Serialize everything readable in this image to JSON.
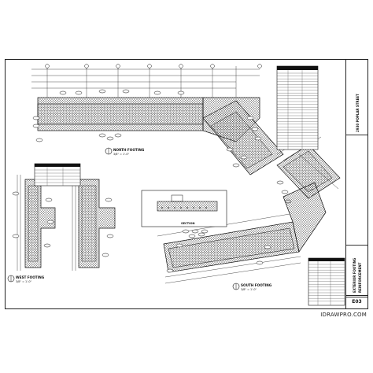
{
  "sheet": {
    "watermark": "IDRAWPRO.COM",
    "sheet_number": "E03",
    "project_lines": [
      "2930 POPLAR STREET"
    ],
    "drawing_lines": [
      "EXTERIOR FOOTING",
      "REINFORCEMENT"
    ]
  },
  "views": {
    "north": {
      "title": "NORTH FOOTING",
      "scale": "3/8\" = 1'-0\""
    },
    "west": {
      "title": "WEST FOOTING",
      "scale": "3/8\" = 1'-0\""
    },
    "south": {
      "title": "SOUTH FOOTING",
      "scale": "3/8\" = 1'-0\""
    },
    "section": {
      "title": "SECTION",
      "scale": ""
    }
  },
  "colors": {
    "ink": "#111111",
    "hatch": "#444444",
    "paper": "#ffffff"
  }
}
